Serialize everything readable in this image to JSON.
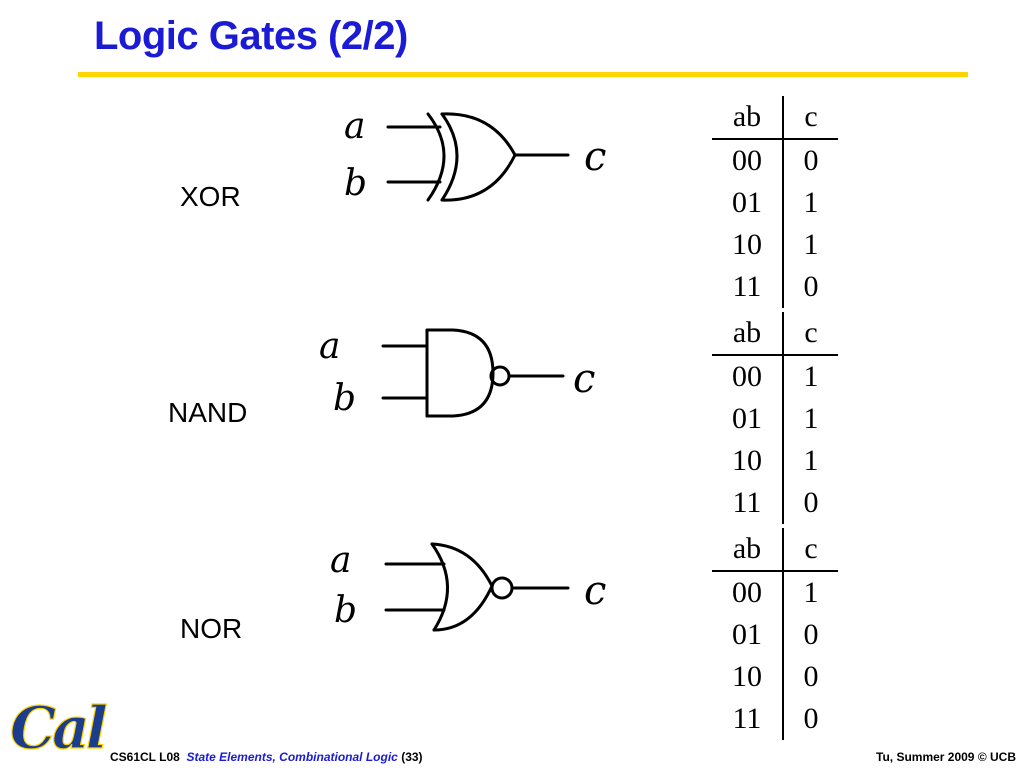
{
  "slide": {
    "title": "Logic Gates (2/2)"
  },
  "gates": [
    {
      "label": "XOR",
      "input_a": "a",
      "input_b": "b",
      "output": "c",
      "header_ab": "ab",
      "header_c": "c",
      "rows": [
        [
          "00",
          "0"
        ],
        [
          "01",
          "1"
        ],
        [
          "10",
          "1"
        ],
        [
          "11",
          "0"
        ]
      ]
    },
    {
      "label": "NAND",
      "input_a": "a",
      "input_b": "b",
      "output": "c",
      "header_ab": "ab",
      "header_c": "c",
      "rows": [
        [
          "00",
          "1"
        ],
        [
          "01",
          "1"
        ],
        [
          "10",
          "1"
        ],
        [
          "11",
          "0"
        ]
      ]
    },
    {
      "label": "NOR",
      "input_a": "a",
      "input_b": "b",
      "output": "c",
      "header_ab": "ab",
      "header_c": "c",
      "rows": [
        [
          "00",
          "1"
        ],
        [
          "01",
          "0"
        ],
        [
          "10",
          "0"
        ],
        [
          "11",
          "0"
        ]
      ]
    }
  ],
  "logo": {
    "text": "Cal"
  },
  "footer": {
    "course": "CS61CL L08",
    "subtitle": "State Elements, Combinational Logic",
    "page": "(33)",
    "right": "Tu, Summer 2009 © UCB"
  },
  "colors": {
    "title": "#1b1bd6",
    "rule": "#ffd400",
    "logo": "#1c3c8c"
  }
}
